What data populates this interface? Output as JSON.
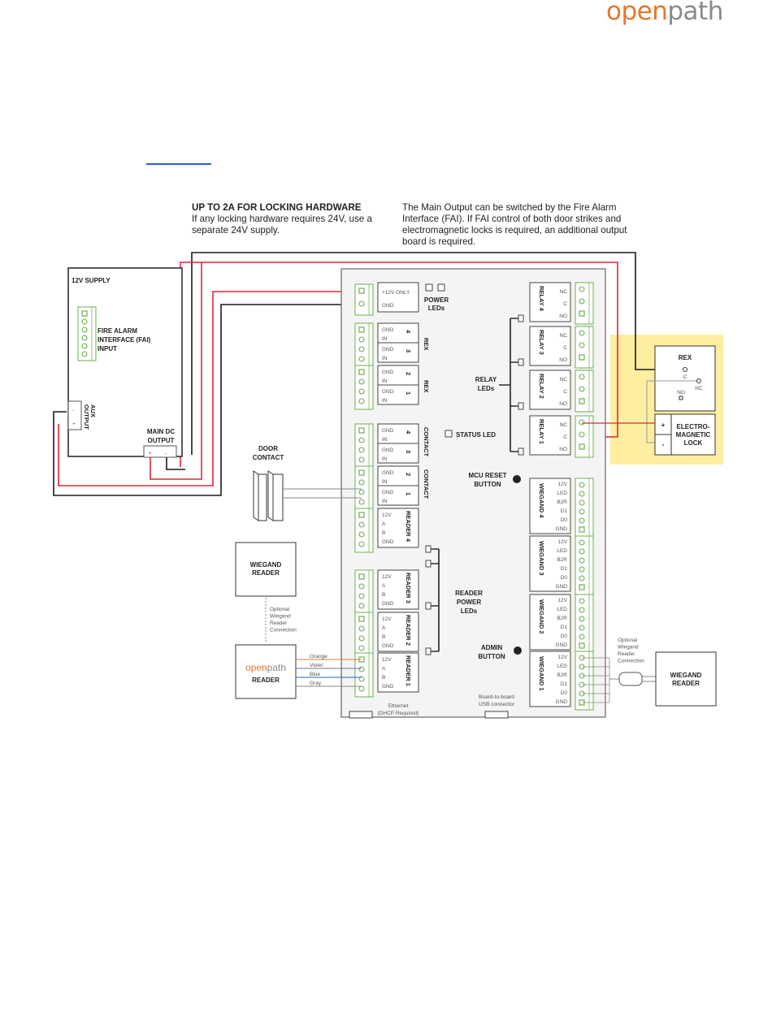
{
  "logo": {
    "part1": "open",
    "part2": "path",
    "brand_color": "#e8762c",
    "gray_color": "#8a8a8a"
  },
  "notes": {
    "locking_title": "UP TO 2A FOR LOCKING HARDWARE",
    "locking_body": "If any locking hardware requires 24V, use a separate 24V supply.",
    "fai_body": "The Main Output can be switched by the Fire Alarm Interface (FAI). If FAI control of both door strikes and electromagnetic locks is required, an additional output board is required."
  },
  "supply": {
    "title": "12V SUPPLY",
    "fai_label": [
      "FIRE ALARM",
      "INTERFACE (FAI)",
      "INPUT"
    ],
    "aux_label": [
      "AUX",
      "OUTPUT"
    ],
    "aux_terms": [
      "-",
      "+"
    ],
    "main_label": [
      "MAIN DC",
      "OUTPUT"
    ],
    "main_terms": [
      "+",
      "-"
    ]
  },
  "board": {
    "power": {
      "terms": [
        "+12V ONLY",
        "GND"
      ],
      "leds_label": [
        "POWER",
        "LEDs"
      ]
    },
    "rex_groups": [
      {
        "label": "REX",
        "channels": [
          {
            "num": "4",
            "pins": [
              "GND",
              "IN"
            ]
          },
          {
            "num": "3",
            "pins": [
              "GND",
              "IN"
            ]
          }
        ]
      },
      {
        "label": "REX",
        "channels": [
          {
            "num": "2",
            "pins": [
              "GND",
              "IN"
            ]
          },
          {
            "num": "1",
            "pins": [
              "GND",
              "IN"
            ]
          }
        ]
      }
    ],
    "contact_groups": [
      {
        "label": "CONTACT",
        "channels": [
          {
            "num": "4",
            "pins": [
              "GND",
              "IN"
            ]
          },
          {
            "num": "3",
            "pins": [
              "GND",
              "IN"
            ]
          }
        ]
      },
      {
        "label": "CONTACT",
        "channels": [
          {
            "num": "2",
            "pins": [
              "GND",
              "IN"
            ]
          },
          {
            "num": "1",
            "pins": [
              "GND",
              "IN"
            ]
          }
        ]
      }
    ],
    "readers": [
      {
        "label": "READER 4",
        "pins": [
          "12V",
          "A",
          "B",
          "GND"
        ]
      },
      {
        "label": "READER 3",
        "pins": [
          "12V",
          "A",
          "B",
          "GND"
        ]
      },
      {
        "label": "READER 2",
        "pins": [
          "12V",
          "A",
          "B",
          "GND"
        ]
      },
      {
        "label": "READER 1",
        "pins": [
          "12V",
          "A",
          "B",
          "GND"
        ]
      }
    ],
    "relays": [
      {
        "label": "RELAY 4",
        "pins": [
          "NC",
          "C",
          "NO"
        ]
      },
      {
        "label": "RELAY 3",
        "pins": [
          "NC",
          "C",
          "NO"
        ]
      },
      {
        "label": "RELAY 2",
        "pins": [
          "NC",
          "C",
          "NO"
        ]
      },
      {
        "label": "RELAY 1",
        "pins": [
          "NC",
          "C",
          "NO"
        ]
      }
    ],
    "wiegands": [
      {
        "label": "WIEGAND 4",
        "pins": [
          "12V",
          "LED",
          "B2R",
          "D1",
          "D0",
          "GND"
        ]
      },
      {
        "label": "WIEGAND 3",
        "pins": [
          "12V",
          "LED",
          "B2R",
          "D1",
          "D0",
          "GND"
        ]
      },
      {
        "label": "WIEGAND 2",
        "pins": [
          "12V",
          "LED",
          "B2R",
          "D1",
          "D0",
          "GND"
        ]
      },
      {
        "label": "WIEGAND 1",
        "pins": [
          "12V",
          "LED",
          "B2R",
          "D1",
          "D0",
          "GND"
        ]
      }
    ],
    "relay_leds": [
      "RELAY",
      "LEDs"
    ],
    "status_led": "STATUS LED",
    "mcu_reset": [
      "MCU RESET",
      "BUTTON"
    ],
    "reader_power_leds": [
      "READER",
      "POWER",
      "LEDs"
    ],
    "admin_button": [
      "ADMIN",
      "BUTTON"
    ],
    "ethernet": [
      "Ethernet",
      "(DHCP Required)"
    ],
    "usb": [
      "Board-to-board",
      "USB connector"
    ]
  },
  "door_contact": [
    "DOOR",
    "CONTACT"
  ],
  "wiegand_reader_left": [
    "WIEGAND",
    "READER"
  ],
  "optional_left": [
    "Optional",
    "Wiegand",
    "Reader",
    "Connection"
  ],
  "openpath_reader": {
    "logo1": "open",
    "logo2": "path",
    "label": "READER"
  },
  "reader_wires": [
    {
      "name": "Orange",
      "color": "#e8762c"
    },
    {
      "name": "Violet",
      "color": "#7a6fa8"
    },
    {
      "name": "Blue",
      "color": "#2a62b0"
    },
    {
      "name": "Gray",
      "color": "#8a8a8a"
    }
  ],
  "optional_right": [
    "Optional",
    "Wiegand",
    "Reader",
    "Connection"
  ],
  "wiegand_reader_right": [
    "WIEGAND",
    "READER"
  ],
  "rex_device": {
    "title": "REX",
    "c": "C",
    "nc": "NC",
    "no": "NO"
  },
  "maglock": {
    "plus": "+",
    "minus": "-",
    "label": [
      "ELECTRO-",
      "MAGNETIC",
      "LOCK"
    ]
  },
  "colors": {
    "wire_red": "#d9283a",
    "wire_black": "#1a1a1a",
    "terminal_green": "#6ab04c",
    "highlight_yellow": "#fdeea0",
    "board_bg": "#f4f4f4"
  }
}
